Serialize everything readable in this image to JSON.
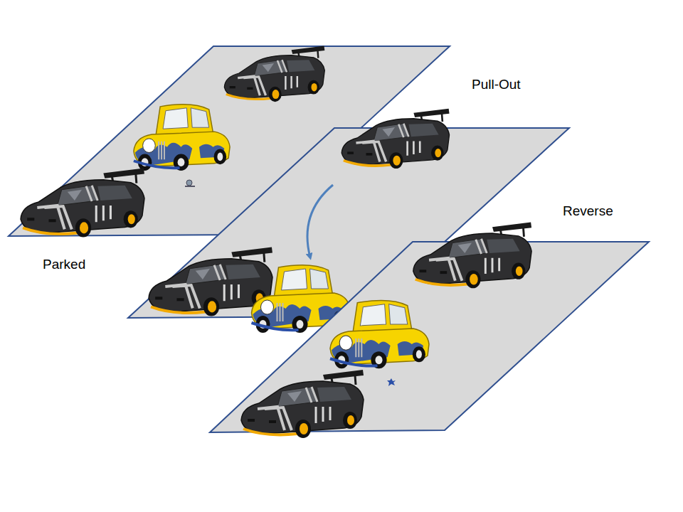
{
  "diagram": {
    "labels": [
      "Pull-Out",
      "Reverse",
      "Parked"
    ]
  }
}
